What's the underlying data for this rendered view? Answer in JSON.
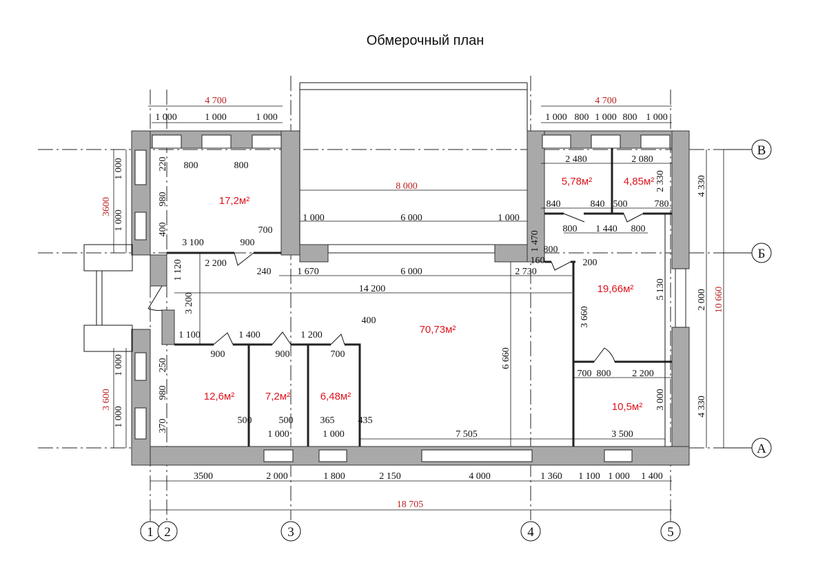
{
  "title": "Обмерочный план",
  "colors": {
    "wall": "#a9a9a9",
    "area_text": "#e0141e",
    "overall_dim": "#b22222"
  },
  "axes": {
    "rows": [
      "В",
      "Б",
      "А"
    ],
    "columns": [
      "1",
      "2",
      "3",
      "4",
      "5"
    ]
  },
  "rooms": [
    {
      "area": "17,2м²"
    },
    {
      "area": "5,78м²"
    },
    {
      "area": "4,85м²"
    },
    {
      "area": "19,66м²"
    },
    {
      "area": "70,73м²"
    },
    {
      "area": "12,6м²"
    },
    {
      "area": "7,2м²"
    },
    {
      "area": "6,48м²"
    },
    {
      "area": "10,5м²"
    }
  ],
  "overall_dimensions": [
    "4 700",
    "4 700",
    "8 000",
    "3600",
    "3 600",
    "10 660",
    "18 705"
  ],
  "dimensions": [
    "1 000",
    "1 000",
    "1 000",
    "800",
    "800",
    "220",
    "980",
    "400",
    "3 100",
    "900",
    "700",
    "2 200",
    "240",
    "1 120",
    "3 200",
    "1 670",
    "6 000",
    "14 200",
    "1 000",
    "6 000",
    "1 000",
    "1 000",
    "1 000",
    "1 000",
    "800",
    "1 000",
    "800",
    "1 000",
    "2 480",
    "2 080",
    "2 330",
    "840",
    "840",
    "500",
    "780",
    "800",
    "1 440",
    "800",
    "1 470",
    "800",
    "160",
    "200",
    "2 730",
    "4 330",
    "2 000",
    "4 330",
    "5 130",
    "3 660",
    "700",
    "800",
    "2 200",
    "3 000",
    "3 500",
    "7 505",
    "6 660",
    "1 100",
    "1 400",
    "1 200",
    "400",
    "900",
    "900",
    "700",
    "250",
    "980",
    "370",
    "1 000",
    "1 000",
    "500",
    "500",
    "365",
    "435",
    "1 000",
    "1 000",
    "3500",
    "2 000",
    "1 800",
    "2 150",
    "4 000",
    "1 360",
    "1 100",
    "1 000",
    "1 400"
  ]
}
